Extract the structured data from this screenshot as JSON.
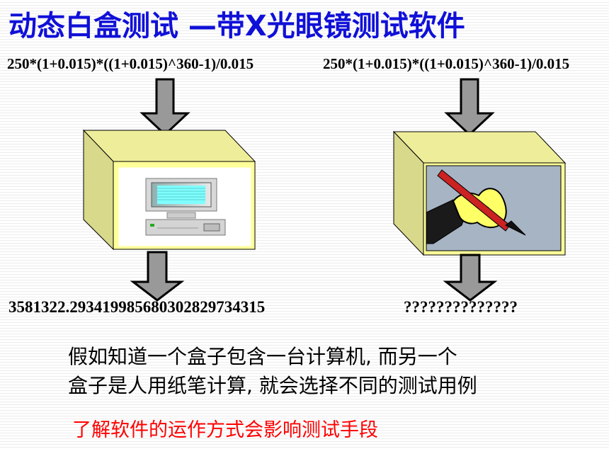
{
  "slide": {
    "title": "动态白盒测试 —带X光眼镜测试软件",
    "left_box": {
      "formula": "250*(1+0.015)*((1+0.015)^360-1)/0.015",
      "result": "3581322.293419985680302829734315",
      "picture": "computer-icon"
    },
    "right_box": {
      "formula": "250*(1+0.015)*((1+0.015)^360-1)/0.015",
      "result": "??????????????",
      "picture": "hand-writing-pen-icon"
    },
    "body_text": [
      "假如知道一个盒子包含一台计算机, 而另一个",
      "盒子是人用纸笔计算, 就会选择不同的测试用例"
    ],
    "note": "了解软件的运作方式会影响测试手段"
  },
  "colors": {
    "title": "#1010d8",
    "note": "#ff0000",
    "box_face": "#ffff99",
    "box_side": "#d6d68a",
    "arrow_fill": "#999999",
    "screen_bg": "#a6b4c4",
    "monitor_screen": "#7fffff"
  }
}
